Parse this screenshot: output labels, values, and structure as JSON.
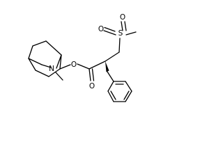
{
  "structure": {
    "atoms": {
      "n_bridge": "N",
      "o_ester": "O",
      "o_carbonyl": "O",
      "s_sulfonyl": "S",
      "o_sulfonyl_left": "O",
      "o_sulfonyl_right": "O"
    }
  }
}
